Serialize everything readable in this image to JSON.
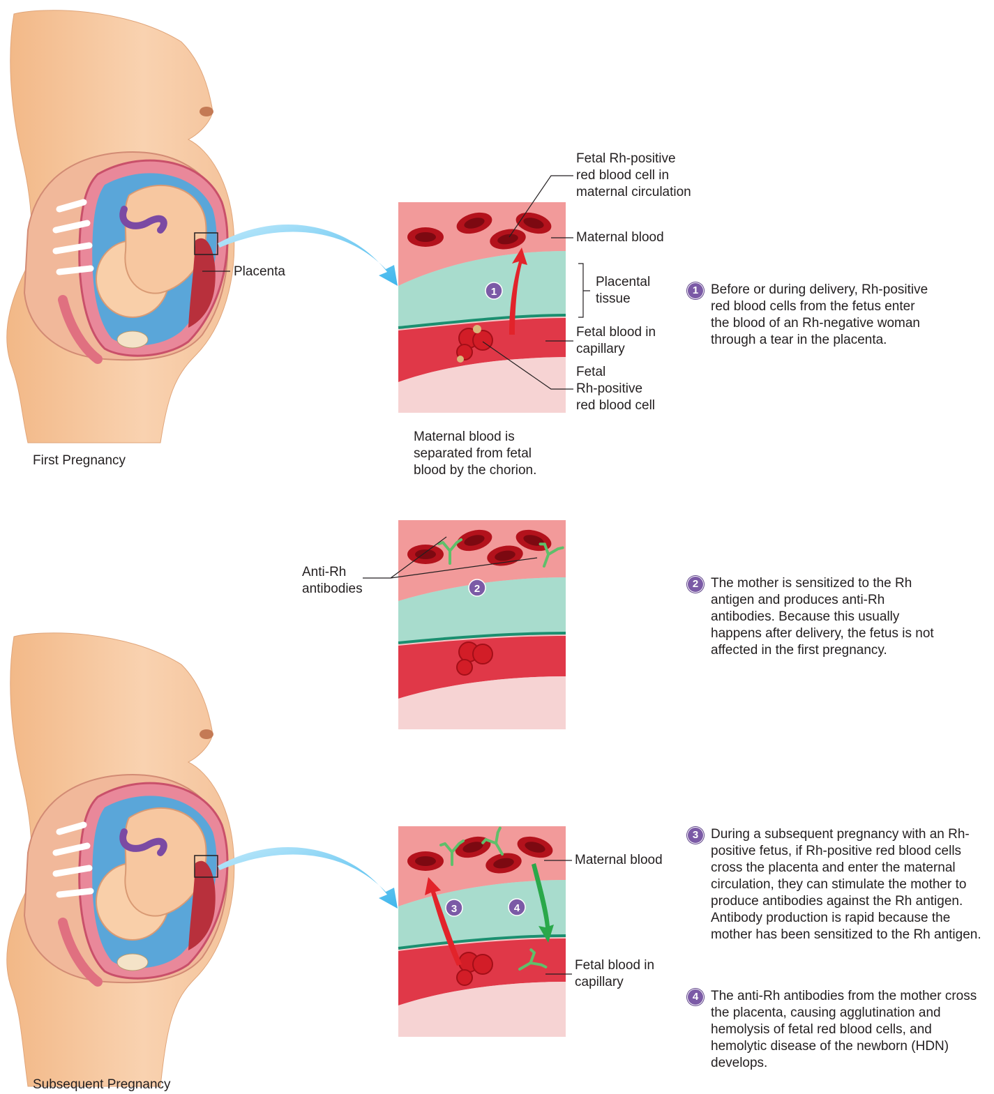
{
  "colors": {
    "skin": "#f7c8a1",
    "maternal_blood": "#f29a9a",
    "placental_tissue": "#a8dccd",
    "capillary": "#e03848",
    "rbc": "#c8141f",
    "antibody": "#5fbf6a",
    "badge": "#7b5aa6",
    "arrow_blue": "#5cc4f0",
    "arrow_red": "#e2232a",
    "arrow_green": "#2aa84a"
  },
  "figures": {
    "first": {
      "caption": "First Pregnancy",
      "placenta_label": "Placenta"
    },
    "subsequent": {
      "caption": "Subsequent Pregnancy"
    }
  },
  "panel1": {
    "badge": "1",
    "labels": {
      "fetal_rbc_maternal": [
        "Fetal Rh-positive",
        "red blood cell in",
        "maternal circulation"
      ],
      "maternal_blood": "Maternal blood",
      "placental_tissue": [
        "Placental",
        "tissue"
      ],
      "fetal_blood_capillary": [
        "Fetal blood in",
        "capillary"
      ],
      "fetal_rbc": [
        "Fetal",
        "Rh-positive",
        "red blood cell"
      ]
    },
    "caption": [
      "Maternal blood is",
      "separated from fetal",
      "blood by the chorion."
    ]
  },
  "panel2": {
    "badge": "2",
    "labels": {
      "antibodies": [
        "Anti-Rh",
        "antibodies"
      ]
    }
  },
  "panel3": {
    "badges": [
      "3",
      "4"
    ],
    "labels": {
      "maternal_blood": "Maternal blood",
      "fetal_blood_capillary": [
        "Fetal blood in",
        "capillary"
      ]
    }
  },
  "steps": [
    {
      "num": "1",
      "text": "Before or during delivery, Rh-positive red blood cells from the fetus enter the blood of an Rh-negative woman through a tear in the placenta."
    },
    {
      "num": "2",
      "text": "The mother is sensitized to the Rh antigen and produces anti-Rh antibodies. Because this usually happens after delivery, the fetus is not affected in the first pregnancy."
    },
    {
      "num": "3",
      "text": "During a subsequent pregnancy with an Rh-positive fetus, if Rh-positive red blood cells cross the placenta and enter the maternal circulation, they can stimulate the mother to produce antibodies against the Rh antigen. Antibody production is rapid because the mother has been sensitized to the Rh antigen."
    },
    {
      "num": "4",
      "text": "The anti-Rh antibodies from the mother cross the placenta, causing agglutination and hemolysis of fetal red blood cells, and hemolytic disease of the newborn (HDN) develops."
    }
  ]
}
